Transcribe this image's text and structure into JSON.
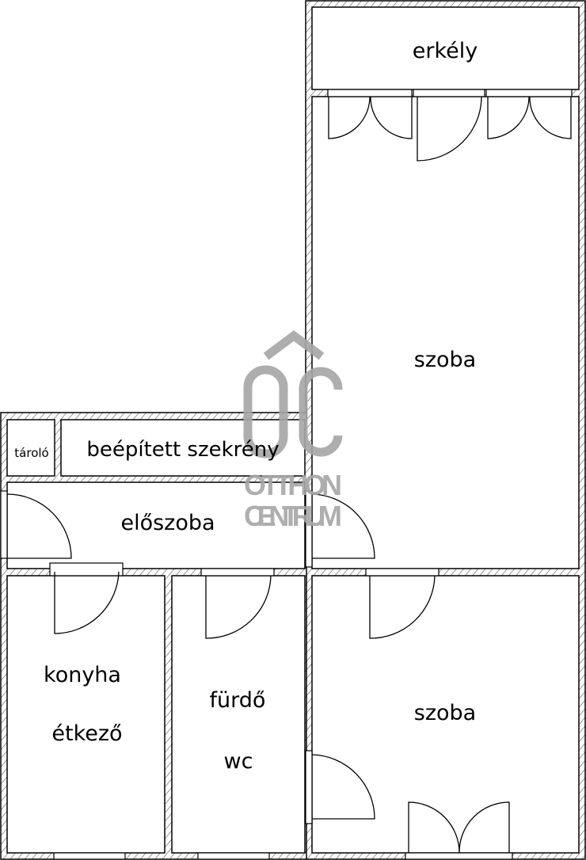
{
  "rooms": {
    "erkely": "erkély",
    "szoba_top": "szoba",
    "tarolo": "tároló",
    "beepitett": "beépített szekrény",
    "eloszoba": "előszoba",
    "konyha": "konyha",
    "etkezo": "étkező",
    "furdo": "fürdő",
    "wc": "wc",
    "szoba_bottom": "szoba"
  },
  "watermark": {
    "mark": "ÔC",
    "line1": "OTTHON",
    "line2": "CENTRUM"
  },
  "colors": {
    "wall": "#000000",
    "watermark": "#a6a6a6"
  }
}
